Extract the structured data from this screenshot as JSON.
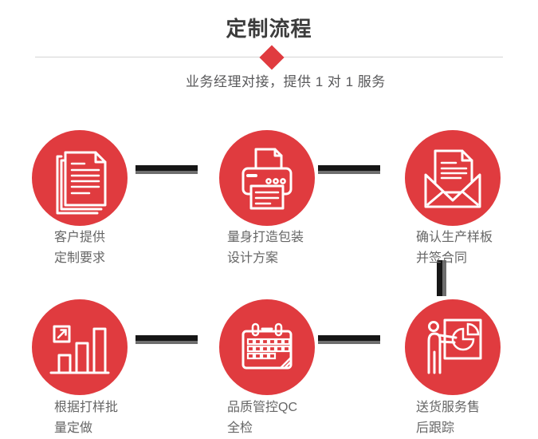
{
  "header": {
    "title": "定制流程",
    "subtitle": "业务经理对接，提供 1 对 1 服务"
  },
  "colors": {
    "accent_red": "#e03b3f",
    "title_text": "#3c3c3c",
    "subtitle_text": "#58585a",
    "label_text": "#666666",
    "connector_dark": "#161616",
    "connector_shadow": "#6e6e6e",
    "divider_line": "#d5d5d5",
    "icon_stroke": "#ffffff"
  },
  "steps": [
    {
      "icon": "documents-icon",
      "label_line1": "客户提供",
      "label_line2": "定制要求"
    },
    {
      "icon": "printer-icon",
      "label_line1": "量身打造包装",
      "label_line2": "设计方案"
    },
    {
      "icon": "envelope-icon",
      "label_line1": "确认生产样板",
      "label_line2": "并签合同"
    },
    {
      "icon": "bar-chart-icon",
      "label_line1": "根据打样批",
      "label_line2": "量定做"
    },
    {
      "icon": "calendar-icon",
      "label_line1": "品质管控QC",
      "label_line2": "全检"
    },
    {
      "icon": "presentation-icon",
      "label_line1": "送货服务售",
      "label_line2": "后跟踪"
    }
  ]
}
